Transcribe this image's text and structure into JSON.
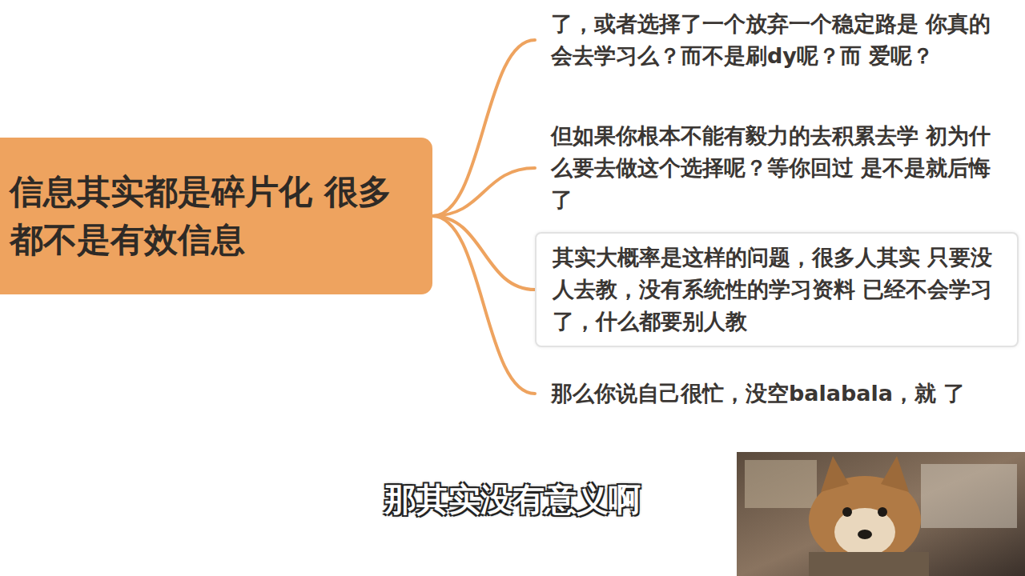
{
  "diagram": {
    "nodes": [
      {
        "text": [
          "信息其实都是碎片化 很多都不是有效信息"
        ]
      },
      {
        "text": [
          "了，或者选择了一个放弃一个稳定路是 你真的会去学习么？而不是刷dy呢？而 爱呢？"
        ]
      },
      {
        "text": [
          "但如果你根本不能有毅力的去积累去学 初为什么要去做这个选择呢？等你回过 是不是就后悔了"
        ]
      },
      {
        "text": [
          "其实大概率是这样的问题，很多人其实 只要没人去教，没有系统性的学习资料 已经不会学习了，什么都要别人教"
        ]
      },
      {
        "text": [
          "那么你说自己很忙，没空balabala，就 了"
        ]
      }
    ],
    "edges": [
      {
        "from": 0,
        "to": 1,
        "arrow": "none"
      },
      {
        "from": 0,
        "to": 2,
        "arrow": "none"
      },
      {
        "from": 0,
        "to": 3,
        "arrow": "none"
      },
      {
        "from": 0,
        "to": 4,
        "arrow": "none"
      }
    ],
    "labels": [
      "那其实没有意义啊"
    ]
  }
}
